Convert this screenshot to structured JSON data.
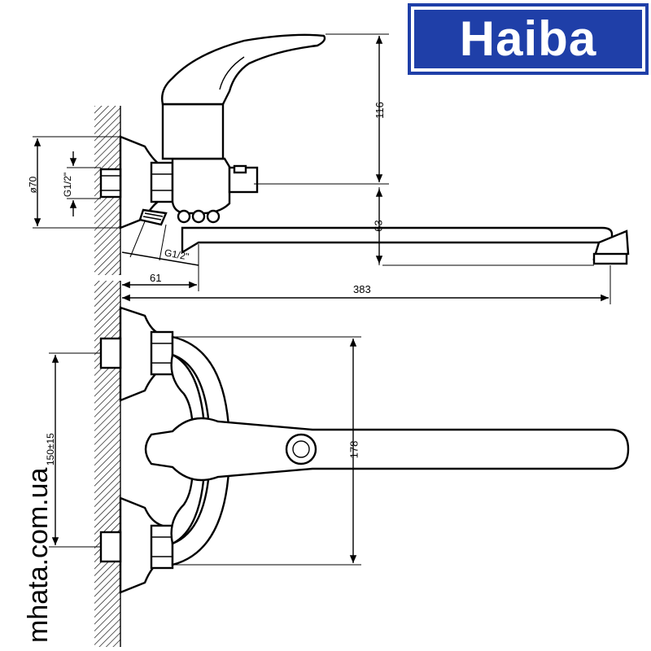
{
  "brand": {
    "name": "Haiba",
    "color": "#1f3fa8"
  },
  "watermark": "mhata.com.ua",
  "dimensions": {
    "height_top": "116",
    "flange_diameter": "ø70",
    "thread_top": "G1/2\"",
    "thread_bottom": "G1/2\"",
    "spout_height": "63",
    "wall_offset": "61",
    "spout_length": "383",
    "inlet_spacing": "150±15",
    "handle_length": "178"
  }
}
